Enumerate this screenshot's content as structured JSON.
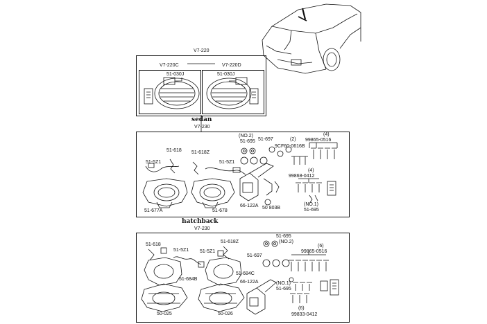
{
  "panels": {
    "top": {
      "code": "V7-220",
      "left_variant": "V7-220C",
      "right_variant": "V7-220D",
      "left_bulb": "51-030J",
      "right_bulb": "51-030J"
    },
    "sedan": {
      "caption": "sedan",
      "code": "V7-230",
      "labels": {
        "no2": "(NO.2)",
        "p51_695_top": "51-695",
        "p51_697": "51-697",
        "n2": "(2)",
        "p9cf60": "9CF60-0616B",
        "n4a": "(4)",
        "p99865": "99865-0516",
        "p51_618": "51-618",
        "p51_618z": "51-618Z",
        "p51_5z1_left": "51-5Z1",
        "p51_5z1_right": "51-5Z1",
        "n4b": "(4)",
        "p99868": "99868-0412",
        "no1": "(NO.1)",
        "p51_695_bottom": "51-695",
        "p66_122a": "66-122A",
        "p50_803b": "50 803B",
        "p51_677a": "51-677A",
        "p51_678": "51-678"
      }
    },
    "hatchback": {
      "caption": "hatchback",
      "code": "V7-230",
      "labels": {
        "p51_618": "51-618",
        "p51_618z": "51-618Z",
        "p51_5z1_left": "51-5Z1",
        "p51_5z1_right": "51-5Z1",
        "p51_695_top": "51-695",
        "no2": "(NO.2)",
        "n6a": "(6)",
        "p99865": "99865-0516",
        "p51_697": "51-697",
        "p51_684b": "51-684B",
        "p51_684c": "51-684C",
        "p66_122a": "66-122A",
        "no1": "(NO.1)",
        "p51_695_bottom": "51-695",
        "n6b": "(6)",
        "p99833": "99833-0412",
        "p50_025": "50-025",
        "p50_026": "50-026"
      }
    }
  }
}
